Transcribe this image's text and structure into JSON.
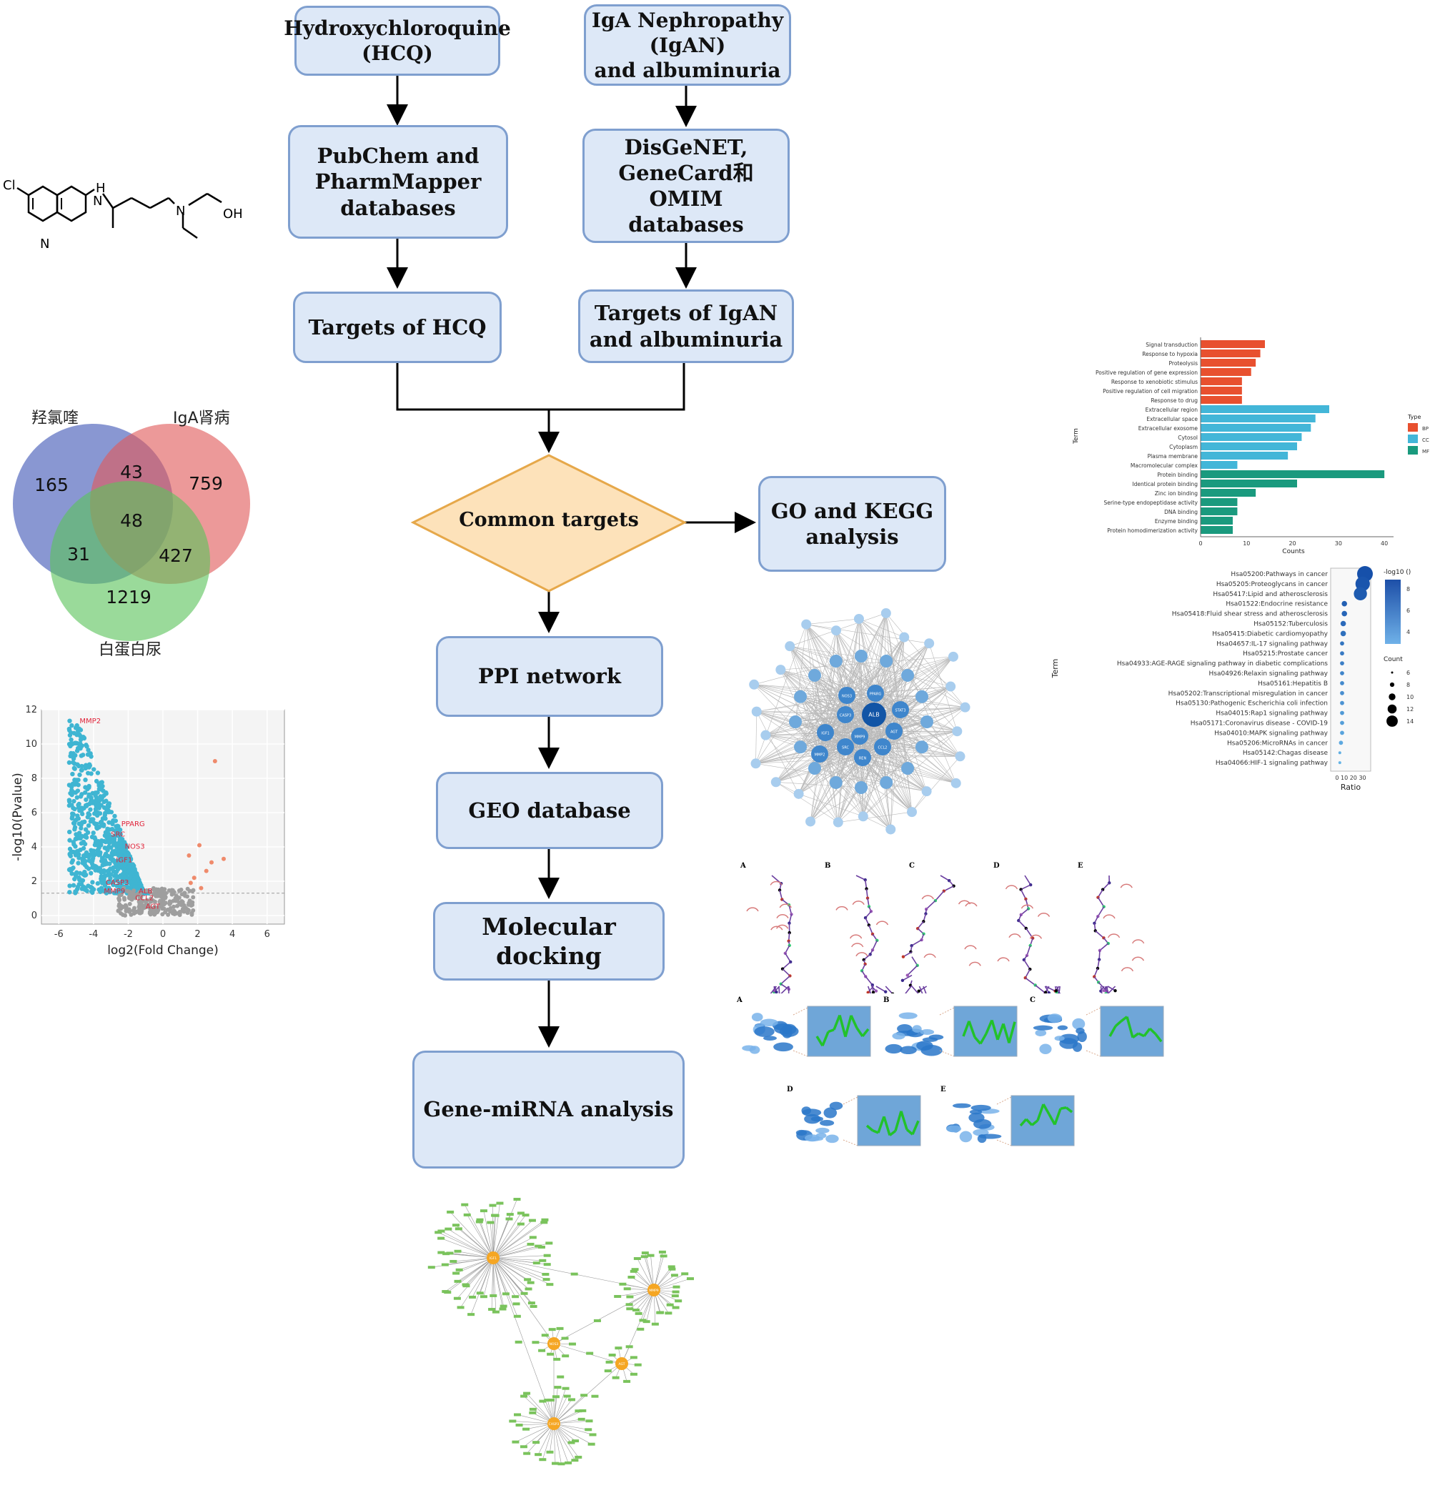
{
  "flow": {
    "hcq": "Hydroxychloroquine\n(HCQ)",
    "igan": "IgA Nephropathy\n(IgAN)\nand albuminuria",
    "pubchem": "PubChem and\nPharmMapper\ndatabases",
    "disgenet": "DisGeNET,\nGeneCard和 OMIM\ndatabases",
    "targets_hcq": "Targets of HCQ",
    "targets_igan": "Targets of IgAN\nand albuminuria",
    "common": "Common targets",
    "go_kegg": "GO and KEGG\nanalysis",
    "ppi": "PPI network",
    "geo": "GEO database",
    "docking": "Molecular docking",
    "mirna": "Gene-miRNA analysis"
  },
  "structure": {
    "cl": "Cl",
    "nh": "H\nN",
    "n_ring": "N",
    "n_chain": "N",
    "oh": "OH"
  },
  "venn": {
    "labels": [
      "羟氯喹",
      "IgA肾病",
      "白蛋白尿"
    ],
    "values": [
      "165",
      "43",
      "759",
      "48",
      "31",
      "427",
      "1219"
    ],
    "colors": [
      "#5b6fc0",
      "#e05a5a",
      "#5cc45c"
    ]
  },
  "volcano": {
    "xlabel": "log2(Fold Change)",
    "ylabel": "-log10(Pvalue)",
    "x_ticks": [
      "-6",
      "-4",
      "-2",
      "0",
      "2",
      "4",
      "6"
    ],
    "y_ticks": [
      "0",
      "2",
      "4",
      "6",
      "8",
      "10",
      "12"
    ],
    "gene_labels": [
      "MMP2",
      "PPARG",
      "SRC",
      "NOS3",
      "IGF1",
      "CASP3",
      "MMP9",
      "ALB",
      "CCL2",
      "AGT"
    ]
  },
  "go_chart": {
    "type": "bar",
    "categories": [
      "Signal transduction",
      "Response to hypoxia",
      "Proteolysis",
      "Positive regulation of gene expression",
      "Response to xenobiotic stimulus",
      "Positive regulation of cell migration",
      "Response to drug",
      "Extracellular region",
      "Extracellular space",
      "Extracellular exosome",
      "Cytosol",
      "Cytoplasm",
      "Plasma membrane",
      "Macromolecular complex",
      "Protein binding",
      "Identical protein binding",
      "Zinc ion binding",
      "Serine-type endopeptidase activity",
      "DNA binding",
      "Enzyme binding",
      "Protein homodimerization activity"
    ],
    "values": [
      14,
      13,
      12,
      11,
      9,
      9,
      9,
      28,
      25,
      24,
      22,
      21,
      19,
      8,
      40,
      21,
      12,
      8,
      8,
      7,
      7
    ],
    "groups": [
      "BP",
      "BP",
      "BP",
      "BP",
      "BP",
      "BP",
      "BP",
      "CC",
      "CC",
      "CC",
      "CC",
      "CC",
      "CC",
      "CC",
      "MF",
      "MF",
      "MF",
      "MF",
      "MF",
      "MF",
      "MF"
    ],
    "xlabel": "Counts",
    "ylabel": "Term",
    "x_ticks": [
      "0",
      "10",
      "20",
      "30",
      "40"
    ],
    "xlim": [
      0,
      42
    ],
    "legend_title": "Type",
    "legend": [
      "BP",
      "CC",
      "MF"
    ],
    "colors": {
      "BP": "#e8502f",
      "CC": "#43b6d8",
      "MF": "#1a9a7e"
    }
  },
  "kegg_chart": {
    "type": "scatter",
    "terms": [
      "Hsa05200:Pathways in cancer",
      "Hsa05205:Proteoglycans in cancer",
      "Hsa05417:Lipid and atherosclerosis",
      "Hsa01522:Endocrine resistance",
      "Hsa05418:Fluid shear stress and atherosclerosis",
      "Hsa05152:Tuberculosis",
      "Hsa05415:Diabetic cardiomyopathy",
      "Hsa04657:IL-17 signaling pathway",
      "Hsa05215:Prostate cancer",
      "Hsa04933:AGE-RAGE signaling pathway in diabetic complications",
      "Hsa04926:Relaxin signaling pathway",
      "Hsa05161:Hepatitis B",
      "Hsa05202:Transcriptional misregulation in cancer",
      "Hsa05130:Pathogenic Escherichia coli infection",
      "Hsa04015:Rap1 signaling pathway",
      "Hsa05171:Coronavirus disease - COVID-19",
      "Hsa04010:MAPK signaling pathway",
      "Hsa05206:MicroRNAs in cancer",
      "Hsa05142:Chagas disease",
      "Hsa04066:HIF-1 signaling pathway"
    ],
    "ratio": [
      30,
      28,
      26,
      12,
      12,
      11,
      11,
      10,
      10,
      10,
      10,
      10,
      10,
      10,
      10,
      10,
      10,
      9,
      8,
      8
    ],
    "counts": [
      15,
      14,
      13,
      7,
      7,
      7,
      7,
      6,
      6,
      6,
      6,
      6,
      6,
      6,
      6,
      6,
      6,
      6,
      5,
      5
    ],
    "xlabel": "Ratio",
    "ylabel": "Term",
    "x_ticks": [
      "0",
      "10",
      "20",
      "30"
    ],
    "xlim": [
      0,
      35
    ],
    "legend_color_title": "-log10 ()",
    "color_ticks": [
      "8",
      "6",
      "4"
    ],
    "legend_size_title": "Count",
    "size_ticks": [
      "6",
      "8",
      "10",
      "12",
      "14"
    ]
  },
  "ppi": {
    "center_labels": [
      "ALB",
      "CASP3",
      "MMP9",
      "SRC",
      "IGF1",
      "CCL2",
      "PPARG",
      "NOS3",
      "AGT",
      "REN",
      "MMP2",
      "STAT3"
    ]
  },
  "docking": {
    "panel_labels": [
      "A",
      "B",
      "C",
      "D",
      "E"
    ]
  },
  "mirna": {
    "hub_labels": [
      "IGF1",
      "MMP9",
      "NOS3",
      "AGT",
      "CASP3"
    ]
  }
}
